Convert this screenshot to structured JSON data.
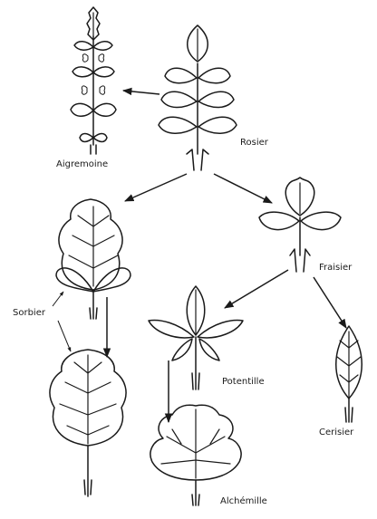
{
  "labels": {
    "aigremoine": "Aigremoine",
    "rosier": "Rosier",
    "sorbier": "Sorbier",
    "fraisier": "Fraisier",
    "potentille": "Potentille",
    "cerisier": "Cerisier",
    "alchemille": "Alchémille"
  },
  "colors": {
    "ink": "#1a1a1a",
    "background": "#ffffff"
  }
}
